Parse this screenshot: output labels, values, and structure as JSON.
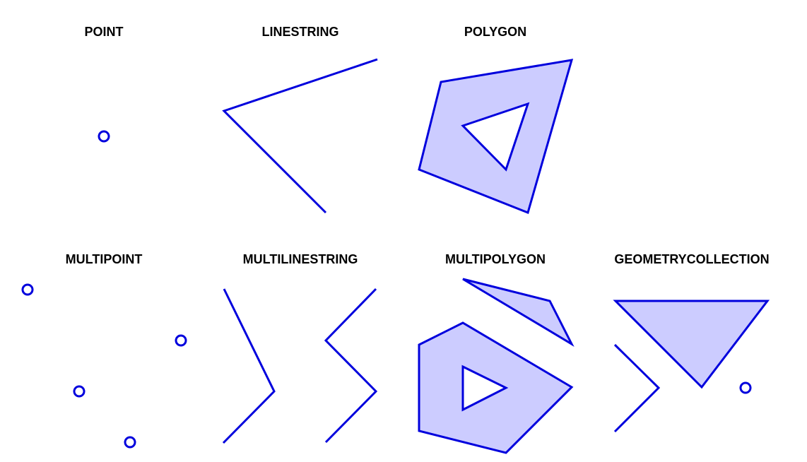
{
  "colors": {
    "stroke": "#0000dd",
    "fill": "#ccccff",
    "background": "#ffffff",
    "text": "#000000"
  },
  "panels": [
    {
      "key": "point",
      "title": "POINT"
    },
    {
      "key": "linestring",
      "title": "LINESTRING"
    },
    {
      "key": "polygon",
      "title": "POLYGON"
    },
    {
      "key": "multipoint",
      "title": "MULTIPOINT"
    },
    {
      "key": "multilinestring",
      "title": "MULTILINESTRING"
    },
    {
      "key": "multipolygon",
      "title": "MULTIPOLYGON"
    },
    {
      "key": "geometrycollection",
      "title": "GEOMETRYCOLLECTION"
    }
  ]
}
